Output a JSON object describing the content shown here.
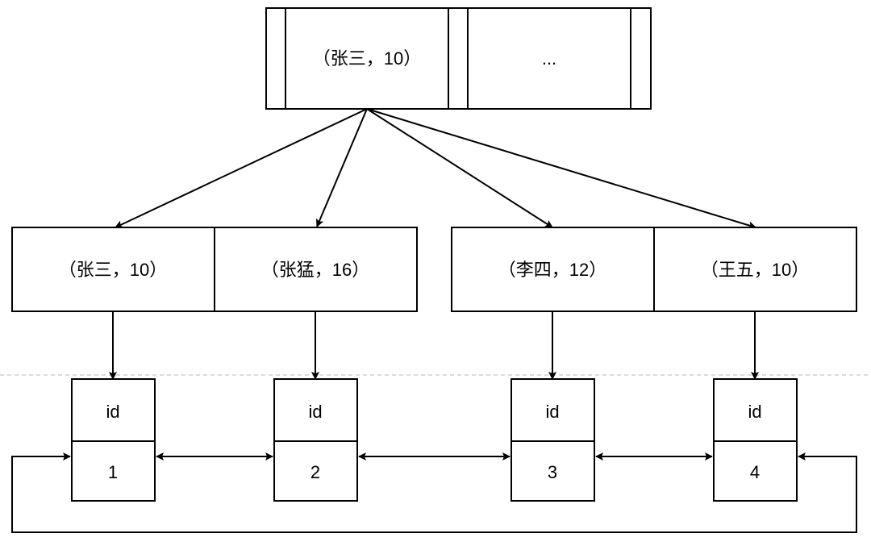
{
  "root": {
    "keys": [
      {
        "label": "（张三，10）"
      },
      {
        "label": "..."
      }
    ]
  },
  "leaves": [
    {
      "label": "（张三，10）"
    },
    {
      "label": "（张猛，16）"
    },
    {
      "label": "（李四，12）"
    },
    {
      "label": "（王五，10）"
    }
  ],
  "rows": [
    {
      "header": "id",
      "value": "1"
    },
    {
      "header": "id",
      "value": "2"
    },
    {
      "header": "id",
      "value": "3"
    },
    {
      "header": "id",
      "value": "4"
    }
  ]
}
